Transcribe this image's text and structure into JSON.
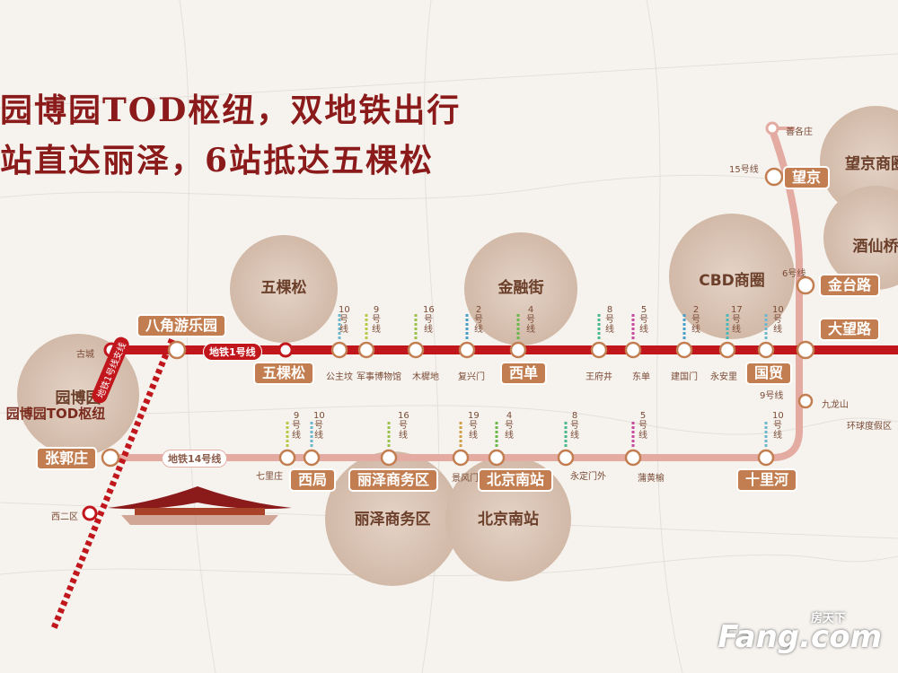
{
  "headline": {
    "line1": "园博园TOD枢纽，双地铁出行",
    "line2": "站直达丽泽，6站抵达五棵松"
  },
  "zones": [
    {
      "id": "wukesong",
      "label": "五棵松"
    },
    {
      "id": "jinrongjie",
      "label": "金融街"
    },
    {
      "id": "cbd",
      "label": "CBD商圈"
    },
    {
      "id": "wangjing",
      "label": "望京商圈"
    },
    {
      "id": "jiuxianqiao",
      "label": "酒仙桥"
    },
    {
      "id": "yuanboyuan",
      "label": "园博园"
    },
    {
      "id": "lize",
      "label": "丽泽商务区"
    },
    {
      "id": "beijingnan",
      "label": "北京南站"
    }
  ],
  "lines": {
    "line1": "地铁1号线",
    "line14": "地铁14号线",
    "branch": "地铁1号线支线"
  },
  "key_stations": {
    "bajiao": "八角游乐园",
    "wukesong": "五棵松",
    "xidan": "西单",
    "guomao": "国贸",
    "dawanglu": "大望路",
    "jintailu": "金台路",
    "wangjing": "望京",
    "shilihe": "十里河",
    "zhangguozhuang": "张郭庄",
    "xiju": "西局",
    "lize": "丽泽商务区",
    "beijingnan": "北京南站",
    "tod": "园博园TOD枢纽"
  },
  "small_stations": {
    "gucheng": "古城",
    "gongzhufen": "公主坟",
    "junbo": "军事博物馆",
    "muxidi": "木樨地",
    "fuxingmen": "复兴门",
    "wangfujing": "王府井",
    "dongdan": "东单",
    "jianguomen": "建国门",
    "yonganli": "永安里",
    "jiulongshan": "九龙山",
    "huanqiu": "环球度假区",
    "shangezhuang": "善各庄",
    "qilizhuang": "七里庄",
    "jingfengmen": "景风门",
    "yongdingmenwai": "永定门外",
    "puhuangyu": "蒲黄榆",
    "xierqi": "西二区"
  },
  "transfer_lines": {
    "l10": "10号线",
    "l9": "9号线",
    "l16": "16号线",
    "l2": "2号线",
    "l4": "4号线",
    "l8": "8号线",
    "l5": "5号线",
    "l17": "17号线",
    "l19": "19号线",
    "l6": "6号线",
    "l15": "15号线"
  },
  "colors": {
    "line1": "#c0161c",
    "line14": "#e3aba2",
    "station_tag": "#c27e50",
    "headline": "#8b1a1a",
    "zone_circle": "#d8c2b3"
  },
  "watermark": {
    "brand": "Fang.com",
    "cn": "房天下"
  }
}
